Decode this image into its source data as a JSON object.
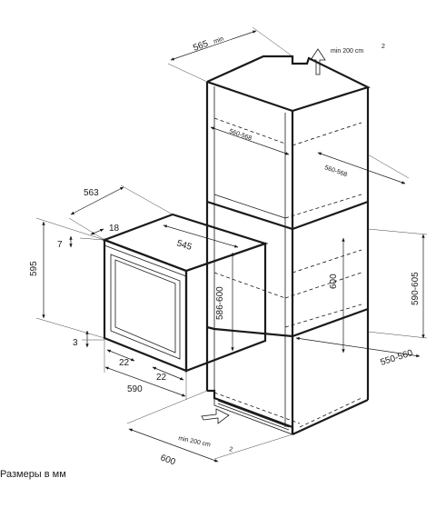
{
  "labels": {
    "d565": "565",
    "min_small": "min",
    "min200": "min 200 cm",
    "sq": "2",
    "d560_568_a": "560-568",
    "d560_568_b": "560-568",
    "d563": "563",
    "d18": "18",
    "d7": "7",
    "d595": "595",
    "d545": "545",
    "d586_600": "586-600",
    "d600v": "600",
    "d590_605": "590-605",
    "d550_560": "550-560",
    "d3": "3",
    "d22a": "22",
    "d22b": "22",
    "d590": "590",
    "d600": "600",
    "min200b": "min 200 cm",
    "sq2": "2"
  },
  "caption": "Размеры в мм"
}
